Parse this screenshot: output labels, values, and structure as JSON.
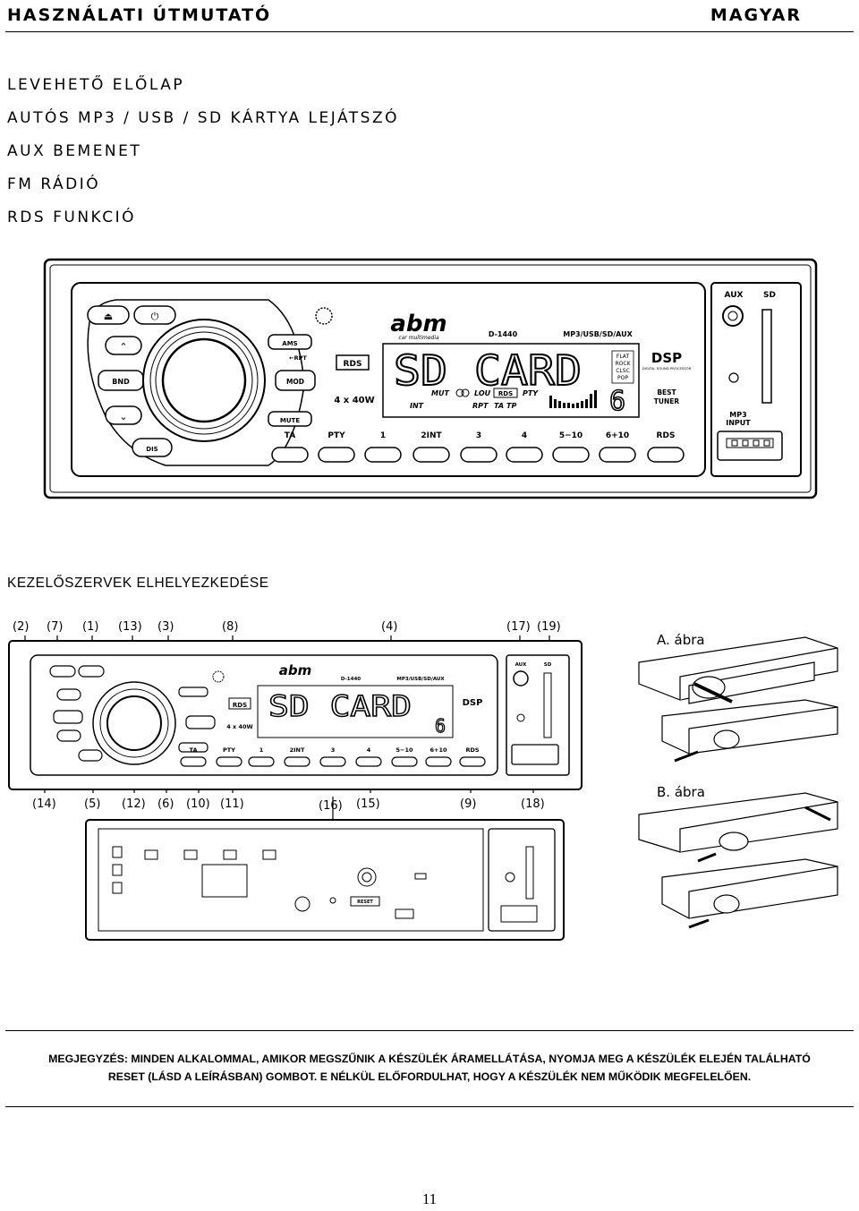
{
  "header": {
    "left": "HASZNÁLATI ÚTMUTATÓ",
    "right": "MAGYAR"
  },
  "features": [
    "LEVEHETŐ ELŐLAP",
    "AUTÓS MP3 / USB / SD KÁRTYA LEJÁTSZÓ",
    "AUX BEMENET",
    "FM RÁDIÓ",
    "RDS FUNKCIÓ"
  ],
  "device": {
    "brand": "abm",
    "brand_sub": "car multimedia",
    "model": "D-1440",
    "formats": "MP3/USB/SD/AUX",
    "power": "4 x 40W",
    "display_text": "SD CARD",
    "display_num": "6",
    "indicators": {
      "mut": "MUT",
      "lou": "LOU",
      "rds": "RDS",
      "pty": "PTY",
      "int": "INT",
      "rpt": "RPT",
      "ta": "TA",
      "tp": "TP"
    },
    "eq_modes": [
      "FLAT",
      "ROCK",
      "CLSC",
      "POP"
    ],
    "dsp": "DSP",
    "dsp_sub": "DIGITAL SOUND PROCESSOR",
    "best_tuner": [
      "BEST",
      "TUNER"
    ],
    "left_buttons": [
      "BND",
      "DIS"
    ],
    "right_buttons": [
      "AMS",
      "←RPT",
      "MOD",
      "MUTE"
    ],
    "bottom_buttons": [
      "TA",
      "PTY",
      "1",
      "2INT",
      "3",
      "4",
      "5−10",
      "6+10",
      "RDS"
    ],
    "aux_label": "AUX",
    "sd_label": "SD",
    "mp3_input": [
      "MP3",
      "INPUT"
    ],
    "reset_label": "RESET"
  },
  "section_title": "KEZELŐSZERVEK ELHELYEZKEDÉSE",
  "callouts": [
    "(2)",
    "(7)",
    "(1)",
    "(13)",
    "(3)",
    "(8)",
    "(4)",
    "(17)",
    "(19)",
    "(14)",
    "(5)",
    "(12)",
    "(6)",
    "(10)",
    "(11)",
    "(16)",
    "(15)",
    "(9)",
    "(18)"
  ],
  "figures": {
    "a": "A.  ábra",
    "b": "B.  ábra"
  },
  "note": [
    "MEGJEGYZÉS: MINDEN ALKALOMMAL, AMIKOR MEGSZŰNIK A KÉSZÜLÉK ÁRAMELLÁTÁSA, NYOMJA MEG A KÉSZÜLÉK ELEJÉN TALÁLHATÓ",
    "RESET (LÁSD A LEÍRÁSBAN) GOMBOT. E NÉLKÜL ELŐFORDULHAT, HOGY A KÉSZÜLÉK NEM MŰKÖDIK MEGFELELŐEN."
  ],
  "page_number": "11"
}
